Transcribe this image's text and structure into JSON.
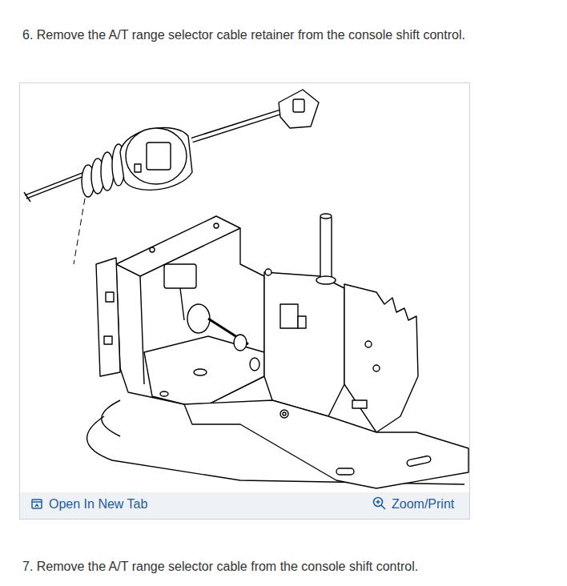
{
  "diagram": {
    "labels": [
      "6. Remove the A/T range selector cable retainer from the console shift control.",
      "Open In New Tab",
      "Zoom/Print",
      "7. Remove the A/T range selector cable from the console shift control."
    ]
  }
}
